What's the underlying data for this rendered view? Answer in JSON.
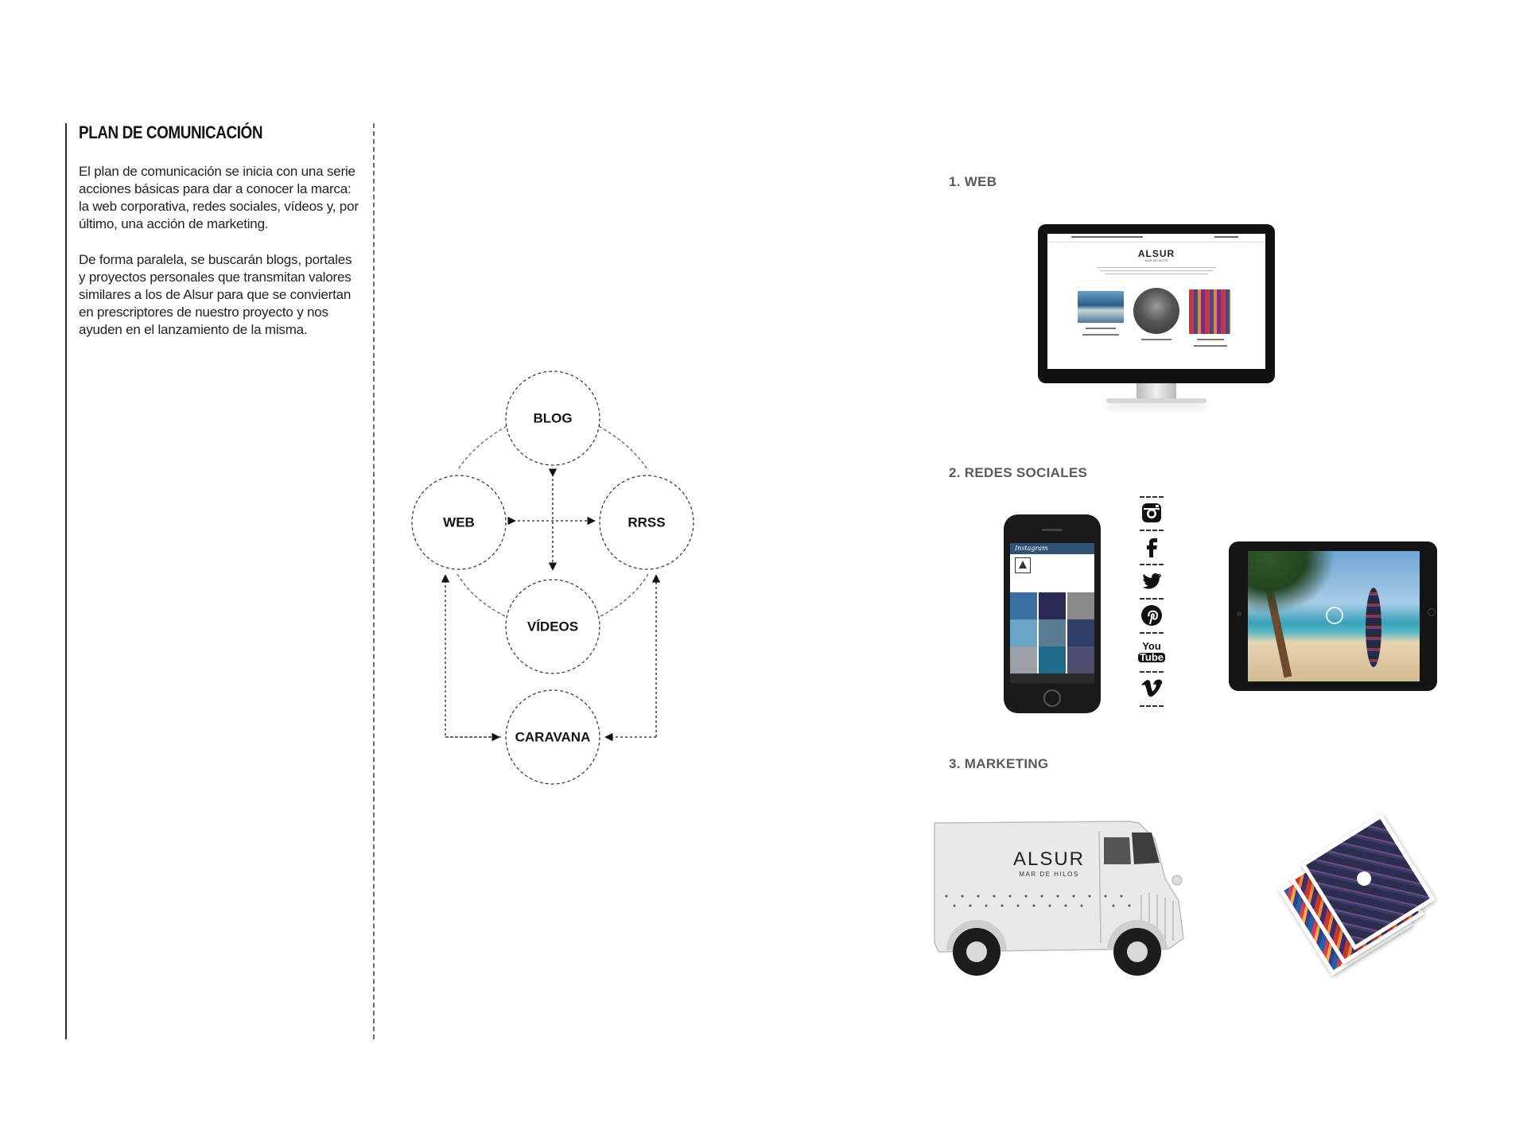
{
  "left": {
    "title": "PLAN DE COMUNICACIÓN",
    "paragraphs": [
      "El plan de comunicación se inicia con una serie acciones básicas para dar a conocer la marca: la web corporativa, redes sociales, vídeos y, por último, una acción de marketing.",
      "De forma paralela, se buscarán blogs, portales y proyectos personales que transmitan valores similares a los de Alsur para que se conviertan en prescriptores de nuestro proyecto y nos ayuden en el lanzamiento de la misma."
    ]
  },
  "diagram": {
    "nodes": [
      "BLOG",
      "WEB",
      "RRSS",
      "VÍDEOS",
      "CARAVANA"
    ]
  },
  "sections": [
    {
      "title": "1. WEB"
    },
    {
      "title": "2. REDES SOCIALES"
    },
    {
      "title": "3. MARKETING"
    }
  ],
  "web_mockup": {
    "logo": "ALSUR",
    "subtitle": "MAR DE HILOS"
  },
  "instagram_mockup": {
    "app_title": "Instagram"
  },
  "social_icons": [
    "instagram-icon",
    "facebook-icon",
    "twitter-icon",
    "pinterest-icon",
    "youtube-icon",
    "vimeo-icon"
  ],
  "youtube_text": {
    "you": "You",
    "tube": "Tube"
  },
  "van": {
    "logo": "ALSUR",
    "subtitle": "MAR DE HILOS"
  }
}
